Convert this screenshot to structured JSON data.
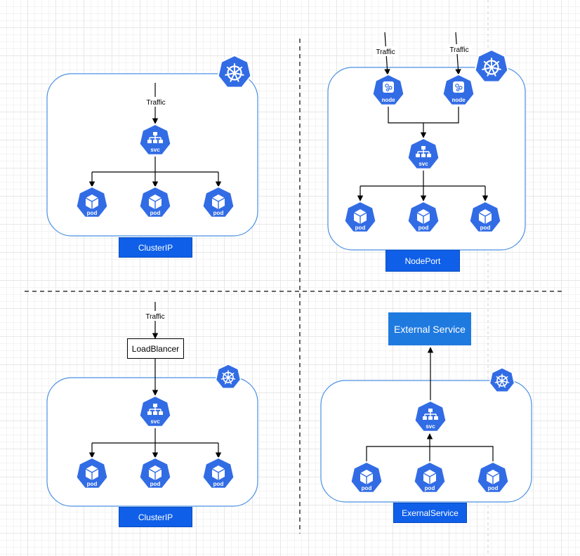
{
  "colors": {
    "accent": "#326ce5",
    "frame": "#4a90e2",
    "badge": "#0f5fe8",
    "external": "#1f7ae0",
    "divider": "#666666",
    "line": "#000000"
  },
  "icons": {
    "k8s": "kubernetes-helm-icon",
    "svc": "service-network-icon",
    "pod": "pod-cube-icon",
    "node": "node-chip-icon"
  },
  "labels": {
    "traffic": "Traffic",
    "svc": "svc",
    "pod": "pod",
    "node": "node"
  },
  "quadrants": {
    "clusterip": {
      "badge": "ClusterIP"
    },
    "nodeport": {
      "badge": "NodePort"
    },
    "loadbalancer": {
      "badge": "ClusterIP",
      "lb_label": "LoadBlancer"
    },
    "external": {
      "badge": "ExernalService",
      "service_label": "External Service"
    }
  }
}
